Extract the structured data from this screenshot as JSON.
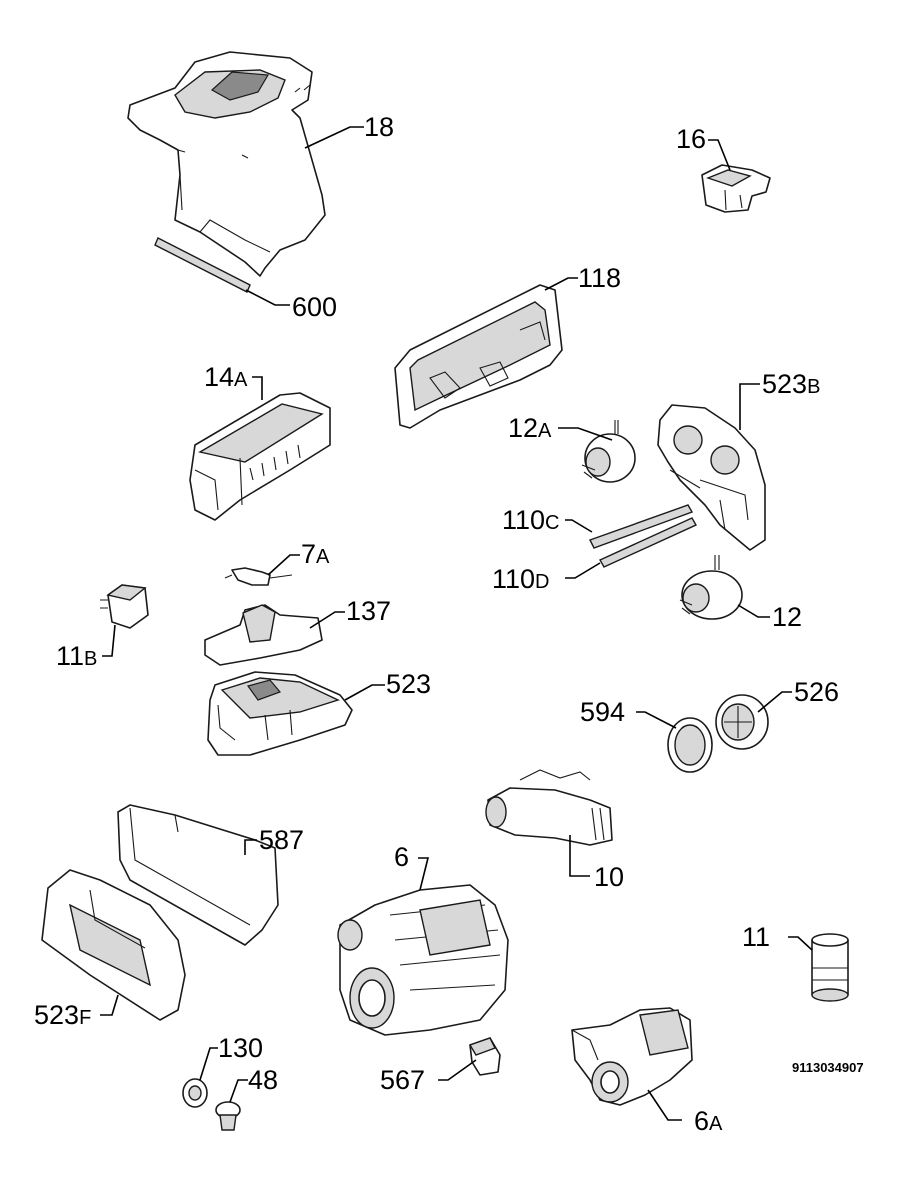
{
  "labels": {
    "p18": "18",
    "p600": "600",
    "p16": "16",
    "p118": "118",
    "p14a_num": "14",
    "p14a_suf": "A",
    "p523b_num": "523",
    "p523b_suf": "B",
    "p12a_num": "12",
    "p12a_suf": "A",
    "p110c_num": "110",
    "p110c_suf": "C",
    "p110d_num": "110",
    "p110d_suf": "D",
    "p7a_num": "7",
    "p7a_suf": "A",
    "p137": "137",
    "p11b_num": "11",
    "p11b_suf": "B",
    "p12": "12",
    "p523": "523",
    "p594": "594",
    "p526": "526",
    "p10": "10",
    "p587": "587",
    "p6": "6",
    "p11": "11",
    "p523f_num": "523",
    "p523f_suf": "F",
    "p130": "130",
    "p48": "48",
    "p567": "567",
    "p6a_num": "6",
    "p6a_suf": "A"
  },
  "reference_number": "9113034907"
}
